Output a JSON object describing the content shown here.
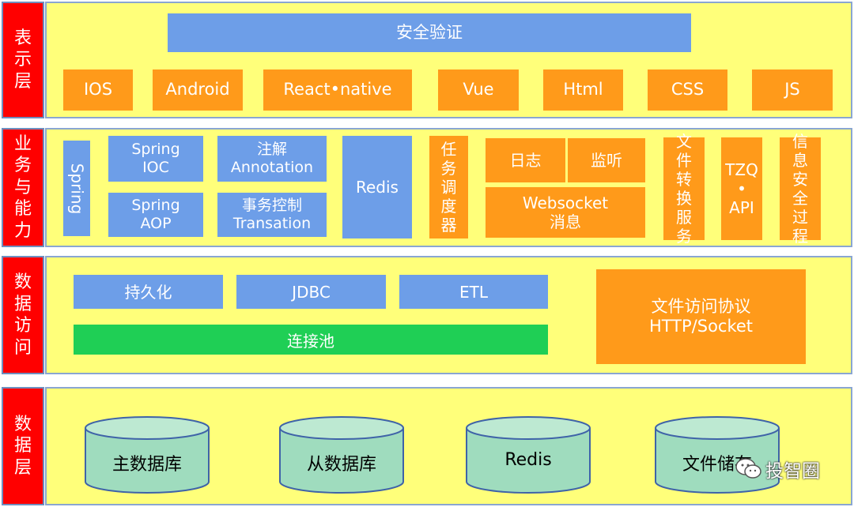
{
  "layers": [
    {
      "label": "表示层"
    },
    {
      "label": "业务与能力"
    },
    {
      "label": "数据访问"
    },
    {
      "label": "数据层"
    }
  ],
  "presentation": {
    "security": "安全验证",
    "clients": [
      "IOS",
      "Android",
      "React•native",
      "Vue",
      "Html",
      "CSS",
      "JS"
    ]
  },
  "business": {
    "spring": "Spring",
    "spring_ioc": "Spring\nIOC",
    "spring_aop": "Spring\nAOP",
    "annotation": "注解\nAnnotation",
    "transaction": "事务控制\nTransation",
    "redis": "Redis",
    "scheduler": "任务调度器",
    "log": "日志",
    "listen": "监听",
    "websocket": "Websocket\n消息",
    "file_service": "文件转换服务",
    "tzq_api": "TZQ\n•\nAPI",
    "info_security": "信息安全过程"
  },
  "data_access": {
    "persistence": "持久化",
    "jdbc": "JDBC",
    "etl": "ETL",
    "pool": "连接池",
    "file_protocol": "文件访问协议\nHTTP/Socket"
  },
  "data_layer": {
    "stores": [
      "主数据库",
      "从数据库",
      "Redis",
      "文件储存"
    ]
  },
  "watermark": "投智圈"
}
